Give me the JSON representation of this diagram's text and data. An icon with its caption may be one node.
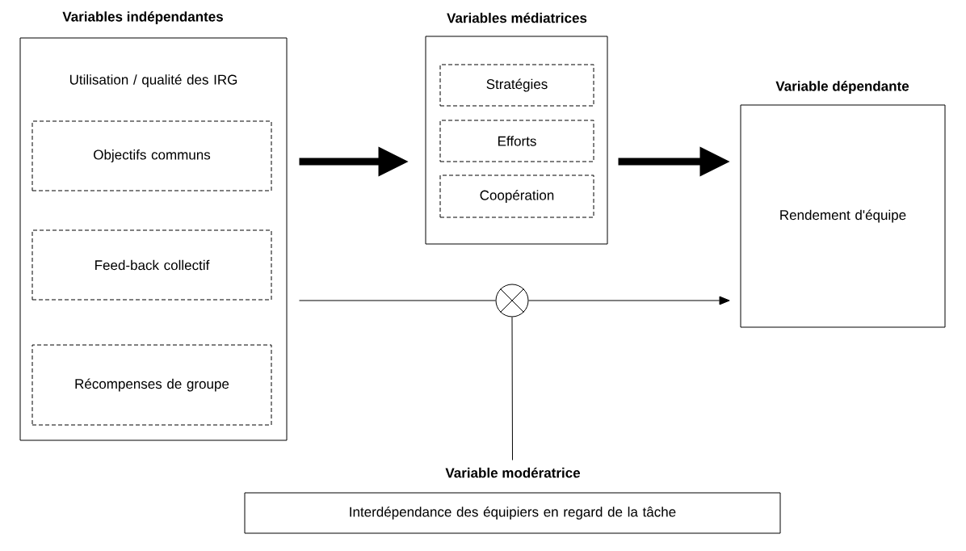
{
  "diagram": {
    "nodes": [
      {
        "text": [
          "Variables indépendantes",
          "Utilisation / qualité des IRG"
        ]
      },
      {
        "text": [
          "Objectifs communs"
        ],
        "in": 0
      },
      {
        "text": [
          "Feed-back collectif"
        ],
        "in": 0
      },
      {
        "text": [
          "Récompenses de groupe"
        ],
        "in": 0
      },
      {
        "text": [
          "Variables médiatrices"
        ]
      },
      {
        "text": [
          "Stratégies"
        ],
        "in": 4
      },
      {
        "text": [
          "Efforts"
        ],
        "in": 4
      },
      {
        "text": [
          "Coopération"
        ],
        "in": 4
      },
      {
        "text": [
          "Variable dépendante",
          "Rendement d'équipe"
        ]
      },
      {
        "text": [],
        "shape": "circle"
      },
      {
        "text": [
          "Variable modératrice",
          "Interdépendance des équipiers en regard de la tâche"
        ]
      }
    ],
    "edges": [
      {
        "from": 0,
        "to": 4,
        "arrow": "to",
        "style": "thick"
      },
      {
        "from": 4,
        "to": 8,
        "arrow": "to",
        "style": "thick"
      },
      {
        "from": 0,
        "to": 9,
        "arrow": "none"
      },
      {
        "from": 9,
        "to": 8,
        "arrow": "to"
      },
      {
        "from": 10,
        "to": 9,
        "arrow": "none"
      }
    ]
  }
}
